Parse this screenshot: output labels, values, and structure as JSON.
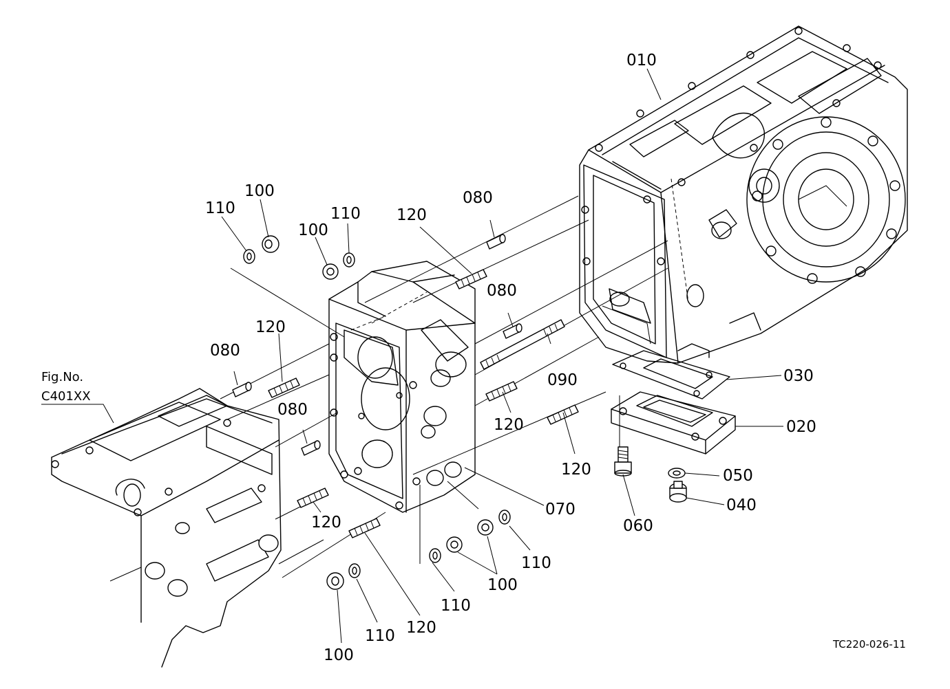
{
  "figure_ref": {
    "line1": "Fig.No.",
    "line2": "C401XX"
  },
  "drawing_code": "TC220-026-11",
  "callouts": [
    {
      "id": "c-010-a",
      "text": "010"
    },
    {
      "id": "c-020-a",
      "text": "020"
    },
    {
      "id": "c-030-a",
      "text": "030"
    },
    {
      "id": "c-040-a",
      "text": "040"
    },
    {
      "id": "c-050-a",
      "text": "050"
    },
    {
      "id": "c-060-a",
      "text": "060"
    },
    {
      "id": "c-070-a",
      "text": "070"
    },
    {
      "id": "c-080-a",
      "text": "080"
    },
    {
      "id": "c-080-b",
      "text": "080"
    },
    {
      "id": "c-080-c",
      "text": "080"
    },
    {
      "id": "c-080-d",
      "text": "080"
    },
    {
      "id": "c-090-a",
      "text": "090"
    },
    {
      "id": "c-100-a",
      "text": "100"
    },
    {
      "id": "c-100-b",
      "text": "100"
    },
    {
      "id": "c-100-c",
      "text": "100"
    },
    {
      "id": "c-100-d",
      "text": "100"
    },
    {
      "id": "c-110-a",
      "text": "110"
    },
    {
      "id": "c-110-b",
      "text": "110"
    },
    {
      "id": "c-110-c",
      "text": "110"
    },
    {
      "id": "c-110-d",
      "text": "110"
    },
    {
      "id": "c-110-e",
      "text": "110"
    },
    {
      "id": "c-120-a",
      "text": "120"
    },
    {
      "id": "c-120-b",
      "text": "120"
    },
    {
      "id": "c-120-c",
      "text": "120"
    },
    {
      "id": "c-120-d",
      "text": "120"
    },
    {
      "id": "c-120-e",
      "text": "120"
    },
    {
      "id": "c-120-f",
      "text": "120"
    }
  ]
}
